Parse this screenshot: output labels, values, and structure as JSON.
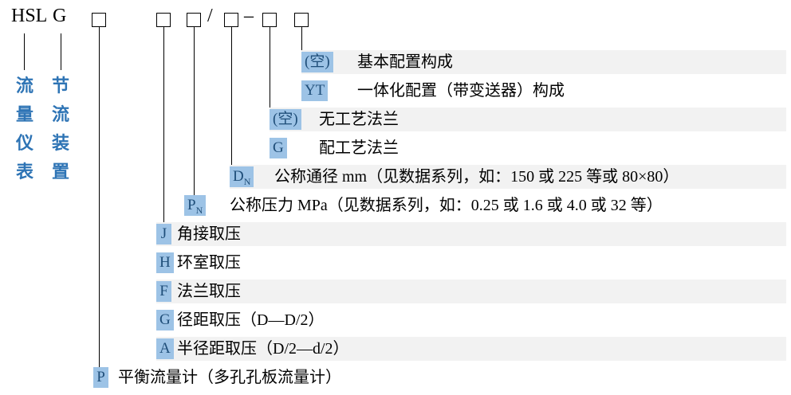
{
  "header": {
    "prefix": "HSL",
    "suffix": "G",
    "slash": "/",
    "dash": "–"
  },
  "side_labels": [
    {
      "text": "流量仪表",
      "chars": [
        "流",
        "量",
        "仪",
        "表"
      ]
    },
    {
      "text": "节流装置",
      "chars": [
        "节",
        "流",
        "装",
        "置"
      ]
    }
  ],
  "rows": [
    {
      "code": "(空)",
      "desc": "基本配置构成"
    },
    {
      "code": "YT",
      "desc": "一体化配置（带变送器）构成"
    },
    {
      "code": "(空)",
      "desc": "无工艺法兰"
    },
    {
      "code": "G",
      "desc": "配工艺法兰"
    },
    {
      "code": "D",
      "code_sub": "N",
      "desc": "公称通径 mm（见数据系列，如：150 或 225 等或 80×80）"
    },
    {
      "code": "P",
      "code_sub": "N",
      "desc": "公称压力 MPa（见数据系列，如：0.25 或 1.6 或 4.0 或 32 等）"
    },
    {
      "code": "J",
      "desc": "角接取压"
    },
    {
      "code": "H",
      "desc": "环室取压"
    },
    {
      "code": "F",
      "desc": "法兰取压"
    },
    {
      "code": "G",
      "desc": "径距取压（D—D/2）"
    },
    {
      "code": "A",
      "desc": "半径距取压（D/2—d/2）"
    },
    {
      "code": "P",
      "desc": "平衡流量计（多孔孔板流量计）"
    }
  ],
  "colors": {
    "badge_bg": "#9DC3E6",
    "badge_text": "#1F4E79",
    "side_label_text": "#2E74B5",
    "stripe_bg": "#F2F2F2",
    "line": "#000000"
  }
}
